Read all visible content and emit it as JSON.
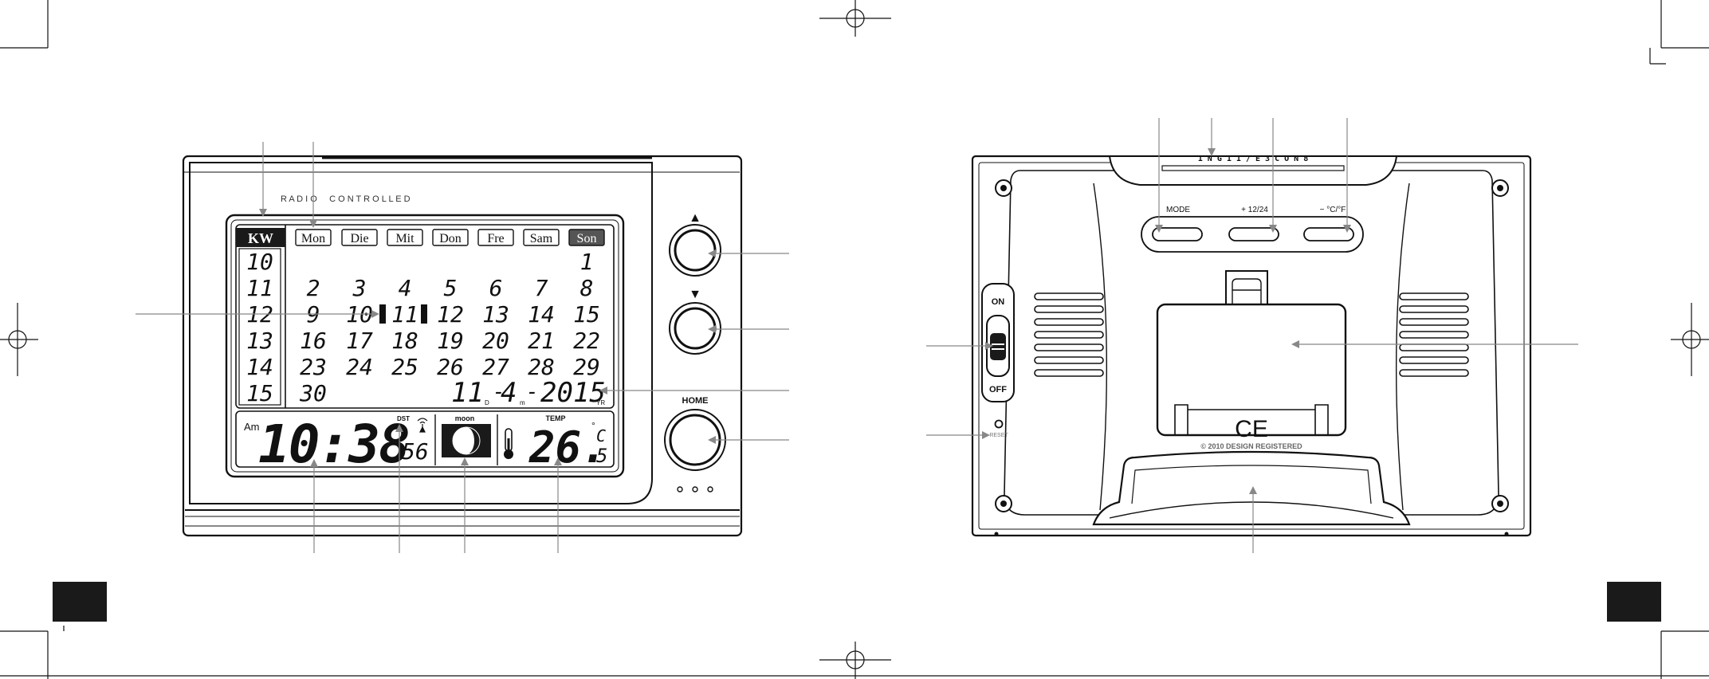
{
  "front": {
    "brand_text": "R A D I O     C O N T R O L L E D",
    "week_header": "KW",
    "weeks": [
      "10",
      "11",
      "12",
      "13",
      "14",
      "15"
    ],
    "days": [
      "Mon",
      "Die",
      "Mit",
      "Don",
      "Fre",
      "Sam",
      "Son"
    ],
    "calendar_rows": [
      [
        "",
        "",
        "",
        "",
        "",
        "",
        "1"
      ],
      [
        "2",
        "3",
        "4",
        "5",
        "6",
        "7",
        "8"
      ],
      [
        "9",
        "10",
        "11",
        "12",
        "13",
        "14",
        "15"
      ],
      [
        "16",
        "17",
        "18",
        "19",
        "20",
        "21",
        "22"
      ],
      [
        "23",
        "24",
        "25",
        "26",
        "27",
        "28",
        "29"
      ],
      [
        "30",
        "",
        "",
        "",
        "",
        "",
        ""
      ]
    ],
    "selected_day": "11",
    "date_day": "11",
    "date_day_suffix": "D",
    "date_month": "4",
    "date_month_suffix": "m",
    "date_year": "2015",
    "date_year_suffix": "YR",
    "time_ampm": "Am",
    "time": "10:38",
    "time_dst": "DST",
    "time_seconds": "56",
    "moon_label": "moon",
    "temp_label": "TEMP",
    "temp_value": "26.",
    "temp_decimal": "5",
    "temp_unit": "C",
    "temp_degree": "°",
    "button_up_symbol": "▲",
    "button_down_symbol": "▼",
    "button_home_label": "HOME"
  },
  "back": {
    "display_code": "1 N G 1 1 / E 3 C O N 8",
    "mode_label": "MODE",
    "hour_label": "+ 12/24",
    "unit_label": "− °C/°F",
    "on_label": "ON",
    "off_label": "OFF",
    "reset_label": "RESET",
    "ce_mark": "CE",
    "design_text": "© 2010 DESIGN REGISTERED"
  },
  "colors": {
    "ink": "#1a1a1a",
    "callout": "#888888",
    "page_tab": "#1a1a1a",
    "highlight_day": "#555555"
  }
}
